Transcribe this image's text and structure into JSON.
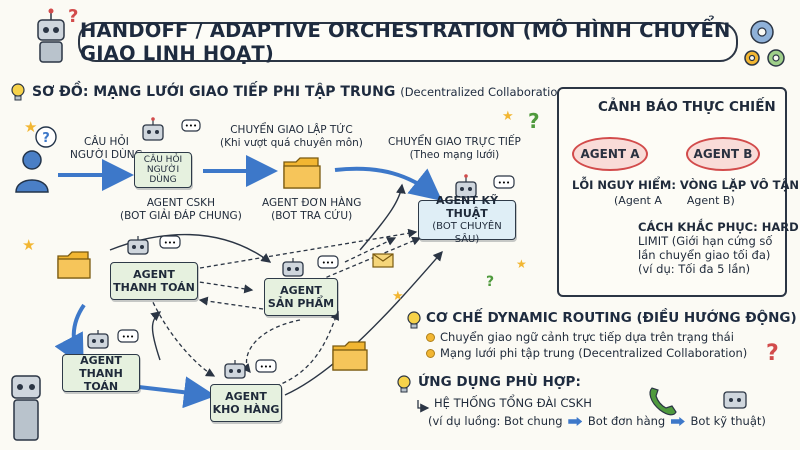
{
  "header": {
    "title": "HANDOFF / ADAPTIVE ORCHESTRATION (MÔ HÌNH CHUYỂN GIAO LINH HOẠT)"
  },
  "network": {
    "title": "SƠ ĐỒ: MẠNG LƯỚI GIAO TIẾP PHI TẬP TRUNG",
    "subtitle": "(Decentralized Collaboration)",
    "user_question": "CÂU HỎI\nNGƯỜI DÙNG",
    "handoff_immediate_title": "CHUYỂN GIAO LẬP TỨC",
    "handoff_immediate_note": "(Khi vượt quá chuyên môn)",
    "handoff_direct_title": "CHUYỂN GIAO TRỰC TIẾP",
    "handoff_direct_note": "(Theo mạng lưới)",
    "nodes": {
      "cskh_box": "CÂU HỎI\nNGƯỜI DÙNG",
      "cskh_label": "AGENT CSKH",
      "cskh_desc": "(BOT GIẢI ĐÁP CHUNG)",
      "order_label": "AGENT ĐƠN HÀNG",
      "order_desc": "(BOT TRA CỨU)",
      "tech_name": "AGENT KỸ THUẬT",
      "tech_desc": "(BOT CHUYÊN SÂU)",
      "pay1_line1": "AGENT",
      "pay1_line2": "THANH TOÁN",
      "product_line1": "AGENT",
      "product_line2": "SẢN PHẨM",
      "pay2_line1": "AGENT",
      "pay2_line2": "THANH TOÁN",
      "warehouse_line1": "AGENT",
      "warehouse_line2": "KHO HÀNG"
    }
  },
  "warning": {
    "title": "CẢNH BÁO THỰC CHIẾN",
    "agent_a": "AGENT A",
    "agent_b": "AGENT B",
    "danger_title": "LỖI NGUY HIỂM: VÒNG LẶP VÔ TẬN",
    "danger_detail_left": "(Agent A",
    "danger_detail_right": "Agent B)",
    "fix_line1": "CÁCH KHẮC PHỤC: HARD",
    "fix_line2": "LIMIT (Giới hạn cứng số",
    "fix_line3": "lần chuyển giao tối đa)",
    "fix_line4": "(ví dụ: Tối đa 5 lần)"
  },
  "routing": {
    "title": "CƠ CHẾ DYNAMIC ROUTING (ĐIỀU HƯỚNG ĐỘNG)",
    "bullets": [
      "Chuyển giao ngữ cảnh trực tiếp dựa trên trạng thái",
      "Mạng lưới phi tập trung (Decentralized Collaboration)"
    ]
  },
  "application": {
    "title": "ỨNG DỤNG PHÙ HỢP:",
    "system": "HỆ THỐNG TỔNG ĐÀI CSKH",
    "example_prefix": "(ví dụ luồng: Bot chung",
    "example_mid": "Bot đơn hàng",
    "example_end": "Bot kỹ thuật)"
  },
  "colors": {
    "arrow_blue": "#3d78c9",
    "node_green": "#e6f1df",
    "warning_red": "#d24b4b",
    "folder_yellow": "#f2b632"
  },
  "icons": [
    "robot-icon",
    "lightbulb-icon",
    "gear-icon",
    "question-mark-icon",
    "user-icon",
    "folder-icon",
    "envelope-icon",
    "warning-siren-icon",
    "shield-check-icon",
    "worker-icon",
    "phone-icon",
    "star-icon",
    "chat-bubble-icon"
  ]
}
